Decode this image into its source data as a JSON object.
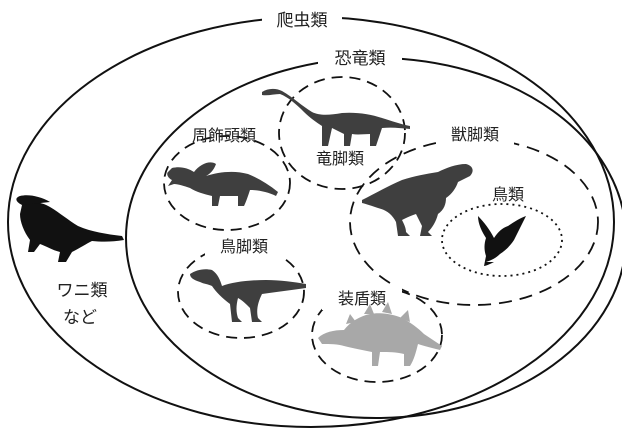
{
  "diagram": {
    "reptiles_label": "爬虫類",
    "dinosaurs_label": "恐竜類",
    "sauropods_label": "竜脚類",
    "theropods_label": "獣脚類",
    "birds_label": "鳥類",
    "marginocephalia_label": "周飾頭類",
    "ornithopods_label": "鳥脚類",
    "thyreophora_label": "装盾類",
    "crocodiles_label_line1": "ワニ類",
    "crocodiles_label_line2": "など"
  },
  "colors": {
    "outline": "#111111",
    "dark_silhouette": "#3f3f3f",
    "black_silhouette": "#111111",
    "light_silhouette": "#a8a8a8"
  }
}
